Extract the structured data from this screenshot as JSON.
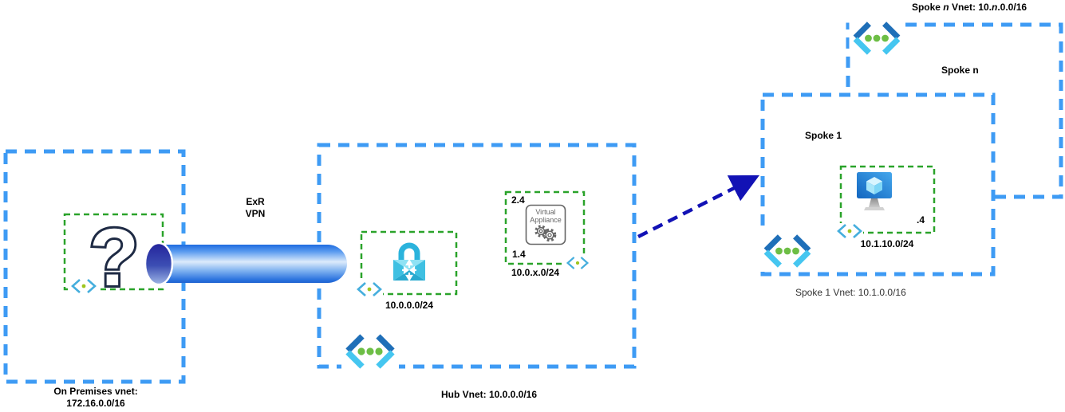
{
  "diagram": {
    "title_semantic": "Azure hub-and-spoke network diagram",
    "on_premises": {
      "label_line1": "On Premises vnet:",
      "label_line2": "172.16.0.0/16",
      "question_glyph": "?"
    },
    "tunnel": {
      "label_line1": "ExR",
      "label_line2": "VPN"
    },
    "hub": {
      "label": "Hub Vnet: 10.0.0.0/16",
      "gateway_subnet": {
        "cidr": "10.0.0.0/24"
      },
      "nva_subnet": {
        "cidr": "10.0.x.0/24",
        "ip_top": "2.4",
        "ip_bottom": "1.4",
        "appliance_line1": "Virtual",
        "appliance_line2": "Appliance"
      }
    },
    "spoke1": {
      "title": "Spoke 1",
      "subnet": {
        "cidr": "10.1.10.0/24",
        "vm_ip": ".4"
      },
      "label": "Spoke 1 Vnet: 10.1.0.0/16"
    },
    "spoke_n": {
      "title": "Spoke n",
      "label_part1": "Spoke ",
      "label_part2": "n",
      "label_part3": " Vnet: 10.",
      "label_part4": "n",
      "label_part5": ".0.0/16"
    },
    "colors": {
      "box_blue": "#3E9BF4",
      "subnet_green": "#2AA32A",
      "peering_navy": "#1212B5",
      "vnet_dark_blue": "#1F6FB8",
      "vnet_cyan": "#45C6F0",
      "vnet_dot_green": "#6DBE45",
      "subnet_bracket_cyan": "#45AEDD",
      "subnet_dot_green": "#9FC61E",
      "lock_cyan": "#2BB3DC",
      "vm_blue": "#1266C0",
      "appliance_gray": "#666666"
    }
  }
}
